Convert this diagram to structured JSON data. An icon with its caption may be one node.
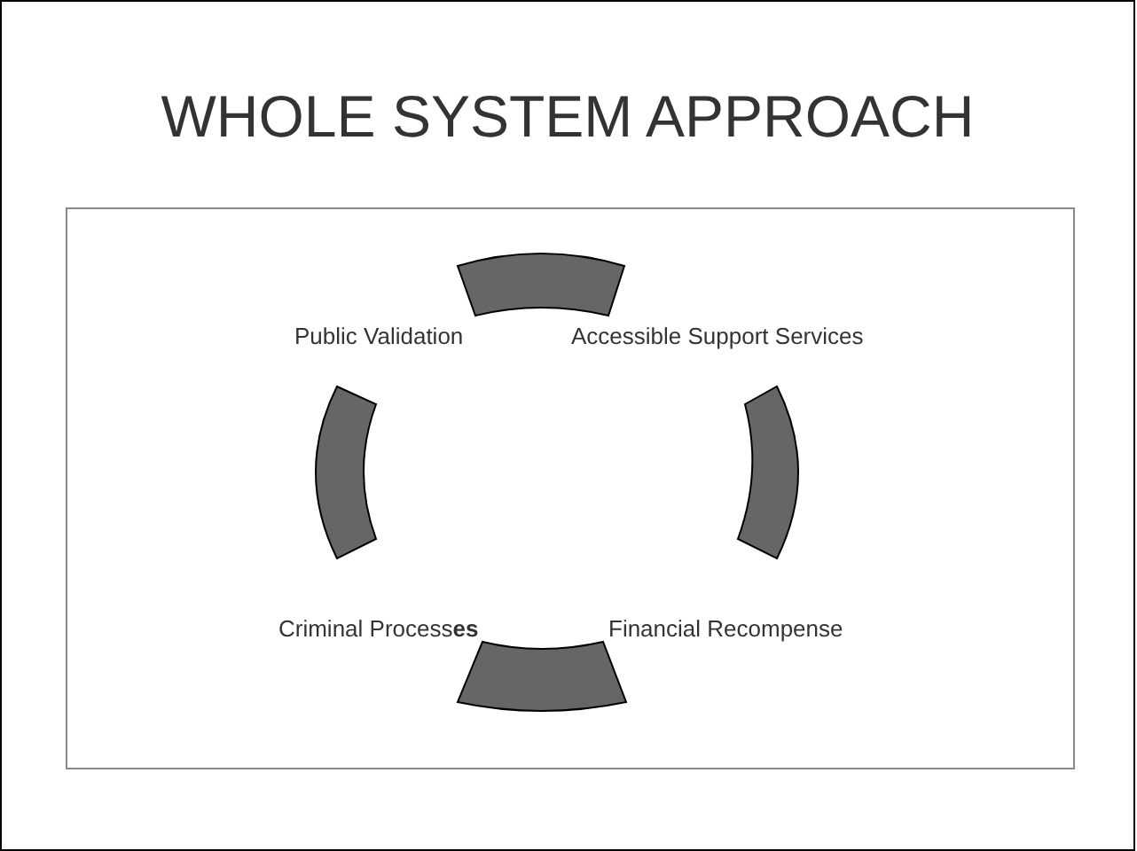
{
  "diagram": {
    "title": "WHOLE SYSTEM APPROACH",
    "labels": [
      "Public Validation",
      "Accessible Support Services",
      "Criminal Process**es**",
      "Financial Recompense"
    ]
  }
}
